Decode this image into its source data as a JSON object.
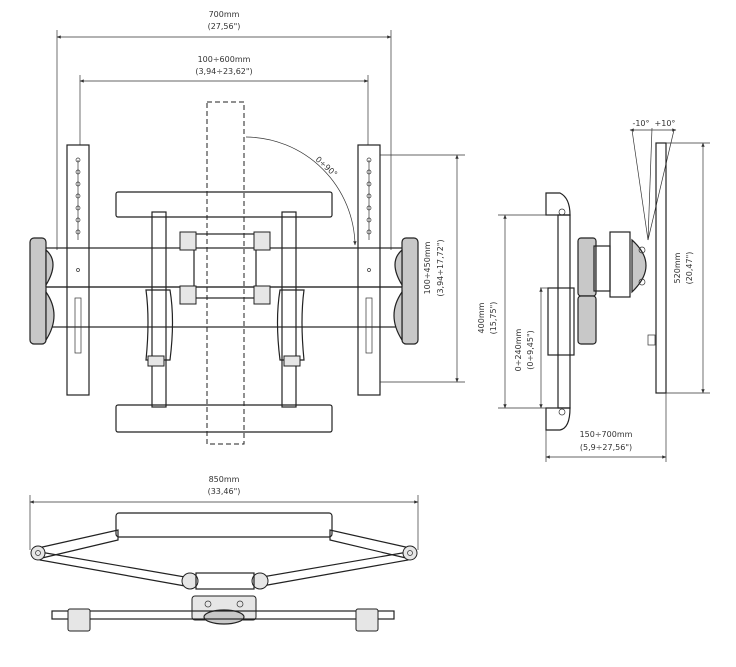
{
  "front_view": {
    "overall_width_mm": "700mm",
    "overall_width_in": "(27,56\")",
    "vesa_horizontal_mm": "100÷600mm",
    "vesa_horizontal_in": "(3,94÷23,62\")",
    "vesa_vertical_mm": "100÷450mm",
    "vesa_vertical_in": "(3,94÷17,72\")",
    "rotation": "0÷90°"
  },
  "side_view": {
    "tilt_back": "-10°",
    "tilt_forward": "+10°",
    "height_mm": "520mm",
    "height_in": "(20,47\")",
    "bracket_height_mm": "400mm",
    "bracket_height_in": "(15,75\")",
    "shift_mm": "0÷240mm",
    "shift_in": "(0÷9,45\")",
    "depth_mm": "150÷700mm",
    "depth_in": "(5,9÷27,56\")"
  },
  "top_view": {
    "width_mm": "850mm",
    "width_in": "(33,46\")"
  }
}
